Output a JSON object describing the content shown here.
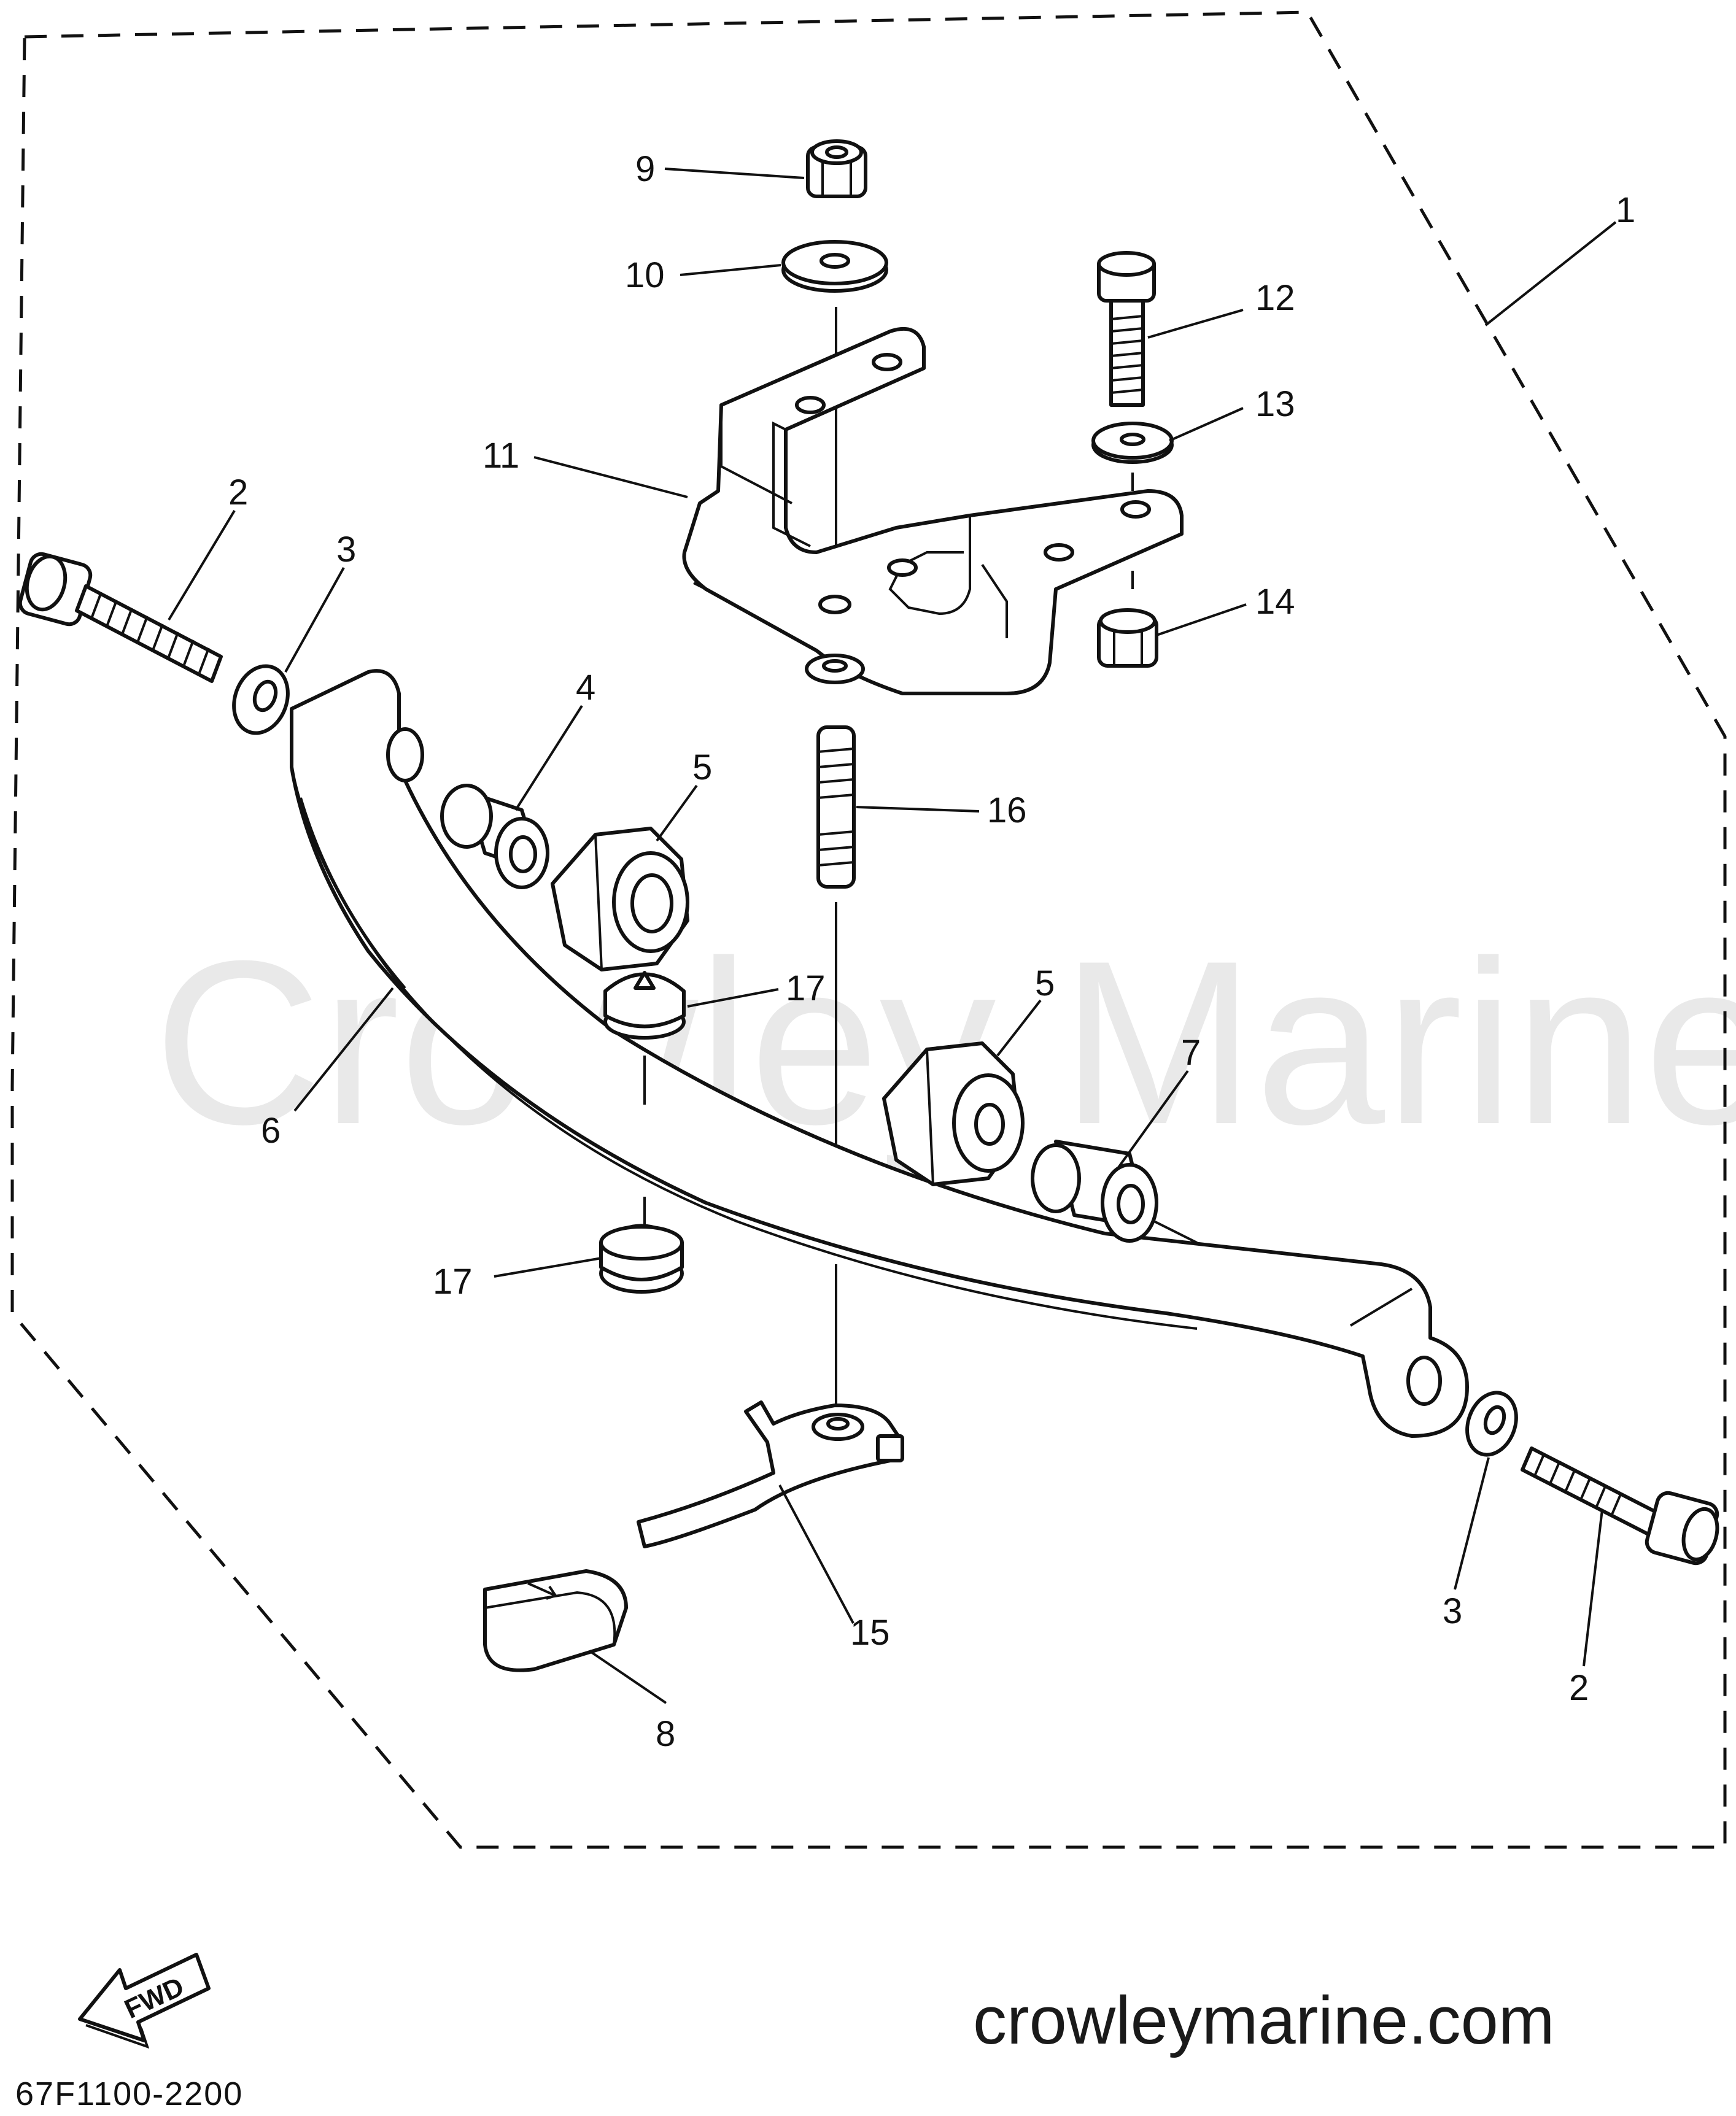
{
  "watermark": "Crowley Marine",
  "website": "crowleymarine.com",
  "diagram_code": "67F1100-2200",
  "fwd_label": "FWD",
  "callouts": [
    {
      "id": "1",
      "text": "1"
    },
    {
      "id": "2a",
      "text": "2"
    },
    {
      "id": "3a",
      "text": "3"
    },
    {
      "id": "4",
      "text": "4"
    },
    {
      "id": "5a",
      "text": "5"
    },
    {
      "id": "5b",
      "text": "5"
    },
    {
      "id": "6",
      "text": "6"
    },
    {
      "id": "7",
      "text": "7"
    },
    {
      "id": "8",
      "text": "8"
    },
    {
      "id": "9",
      "text": "9"
    },
    {
      "id": "10",
      "text": "10"
    },
    {
      "id": "11",
      "text": "11"
    },
    {
      "id": "12",
      "text": "12"
    },
    {
      "id": "13",
      "text": "13"
    },
    {
      "id": "14",
      "text": "14"
    },
    {
      "id": "15",
      "text": "15"
    },
    {
      "id": "16",
      "text": "16"
    },
    {
      "id": "17a",
      "text": "17"
    },
    {
      "id": "17b",
      "text": "17"
    },
    {
      "id": "2b",
      "text": "2"
    },
    {
      "id": "3b",
      "text": "3"
    }
  ]
}
